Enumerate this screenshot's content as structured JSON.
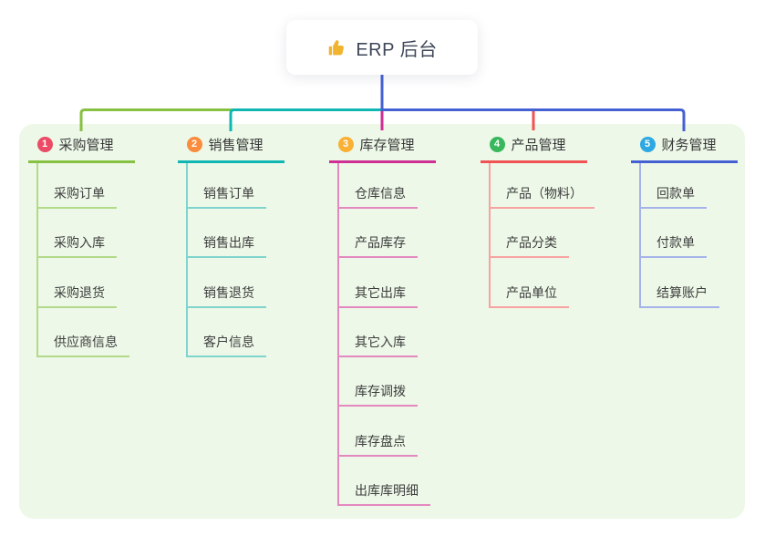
{
  "root": {
    "icon": "thumbs-up-icon",
    "title": "ERP 后台"
  },
  "branches": [
    {
      "badge": "1",
      "title": "采购管理",
      "colors": {
        "badge": "#ec4b66",
        "line": "#86c142",
        "sub_line": "#b3da8a"
      },
      "children": [
        "采购订单",
        "采购入库",
        "采购退货",
        "供应商信息"
      ]
    },
    {
      "badge": "2",
      "title": "销售管理",
      "colors": {
        "badge": "#fa8c3e",
        "line": "#10b7b2",
        "sub_line": "#7fd4cd"
      },
      "children": [
        "销售订单",
        "销售出库",
        "销售退货",
        "客户信息"
      ]
    },
    {
      "badge": "3",
      "title": "库存管理",
      "colors": {
        "badge": "#f9b035",
        "line": "#cd2f92",
        "sub_line": "#e488c0"
      },
      "children": [
        "仓库信息",
        "产品库存",
        "其它出库",
        "其它入库",
        "库存调拨",
        "库存盘点",
        "出库库明细"
      ]
    },
    {
      "badge": "4",
      "title": "产品管理",
      "colors": {
        "badge": "#39b75c",
        "line": "#f15253",
        "sub_line": "#f8a2a2"
      },
      "children": [
        "产品（物料）",
        "产品分类",
        "产品单位"
      ]
    },
    {
      "badge": "5",
      "title": "财务管理",
      "colors": {
        "badge": "#2da8e2",
        "line": "#4560d3",
        "sub_line": "#a5b3ea"
      },
      "children": [
        "回款单",
        "付款单",
        "结算账户"
      ]
    }
  ],
  "canvas": {
    "background": "#ffffff",
    "panel_background": "#edf8e8",
    "stem_color": "#4f5fd0",
    "icon_color": "#f2b42e"
  }
}
